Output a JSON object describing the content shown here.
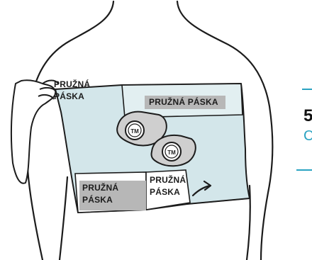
{
  "labels": {
    "strap_top_hand": [
      "PRUŽNÁ",
      "PÁSKA"
    ],
    "strap_top_right": "PRUŽNÁ PÁSKA",
    "strap_bottom_left": [
      "PRUŽNÁ",
      "PÁSKA"
    ],
    "strap_bottom_mid": [
      "PRUŽNÁ",
      "PÁSKA"
    ]
  },
  "device_logo": "TM",
  "side_panel": {
    "number": "5",
    "sub": "C"
  },
  "colors": {
    "belt_fill": "#d3e6ea",
    "label_gray": "#b7b7b7",
    "accent_line": "#2aa3c2",
    "ink": "#1c1c1c"
  }
}
